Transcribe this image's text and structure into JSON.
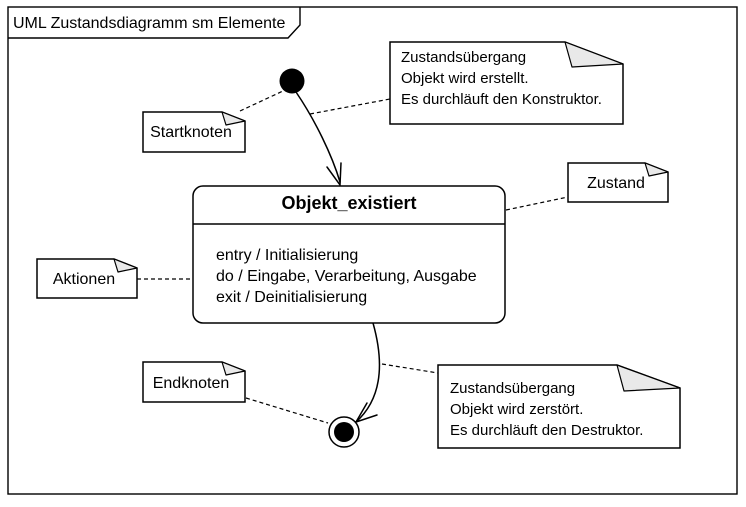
{
  "frame": {
    "title": "UML Zustandsdiagramm sm Elemente"
  },
  "state": {
    "title": "Objekt_existiert",
    "actions": [
      "entry / Initialisierung",
      "do / Eingabe, Verarbeitung, Ausgabe",
      "exit / Deinitialisierung"
    ]
  },
  "notes": {
    "startknoten": "Startknoten",
    "endknoten": "Endknoten",
    "zustand": "Zustand",
    "aktionen": "Aktionen",
    "transition_created": [
      "Zustandsübergang",
      "Objekt wird erstellt.",
      "Es durchläuft den Konstruktor."
    ],
    "transition_destroyed": [
      "Zustandsübergang",
      "Objekt wird zerstört.",
      "Es durchläuft den Destruktor."
    ]
  },
  "colors": {
    "stroke": "#000000",
    "canvas": "#ffffff",
    "note_fold": "#e9e9e9"
  }
}
